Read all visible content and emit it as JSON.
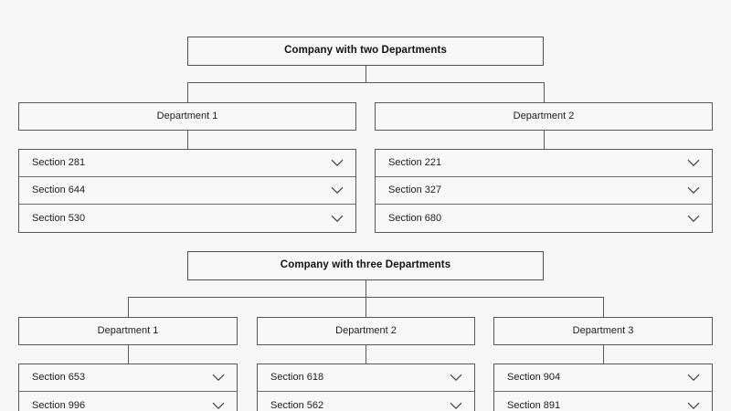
{
  "page": {
    "background_color": "#f7f7f7",
    "border_color": "#595959",
    "text_color": "#1c1c1c"
  },
  "charts": [
    {
      "id": "two-departments",
      "root": {
        "label": "Company with two Departments"
      },
      "departments": [
        {
          "label": "Department 1",
          "sections": [
            {
              "label": "Section 281",
              "icon": "chevron-down-icon"
            },
            {
              "label": "Section 644",
              "icon": "chevron-down-icon"
            },
            {
              "label": "Section 530",
              "icon": "chevron-down-icon"
            }
          ]
        },
        {
          "label": "Department 2",
          "sections": [
            {
              "label": "Section 221",
              "icon": "chevron-down-icon"
            },
            {
              "label": "Section 327",
              "icon": "chevron-down-icon"
            },
            {
              "label": "Section 680",
              "icon": "chevron-down-icon"
            }
          ]
        }
      ]
    },
    {
      "id": "three-departments",
      "root": {
        "label": "Company with three Departments"
      },
      "departments": [
        {
          "label": "Department 1",
          "sections": [
            {
              "label": "Section 653",
              "icon": "chevron-down-icon"
            },
            {
              "label": "Section 996",
              "icon": "chevron-down-icon"
            }
          ]
        },
        {
          "label": "Department 2",
          "sections": [
            {
              "label": "Section 618",
              "icon": "chevron-down-icon"
            },
            {
              "label": "Section 562",
              "icon": "chevron-down-icon"
            }
          ]
        },
        {
          "label": "Department 3",
          "sections": [
            {
              "label": "Section 904",
              "icon": "chevron-down-icon"
            },
            {
              "label": "Section 891",
              "icon": "chevron-down-icon"
            }
          ]
        }
      ]
    }
  ]
}
